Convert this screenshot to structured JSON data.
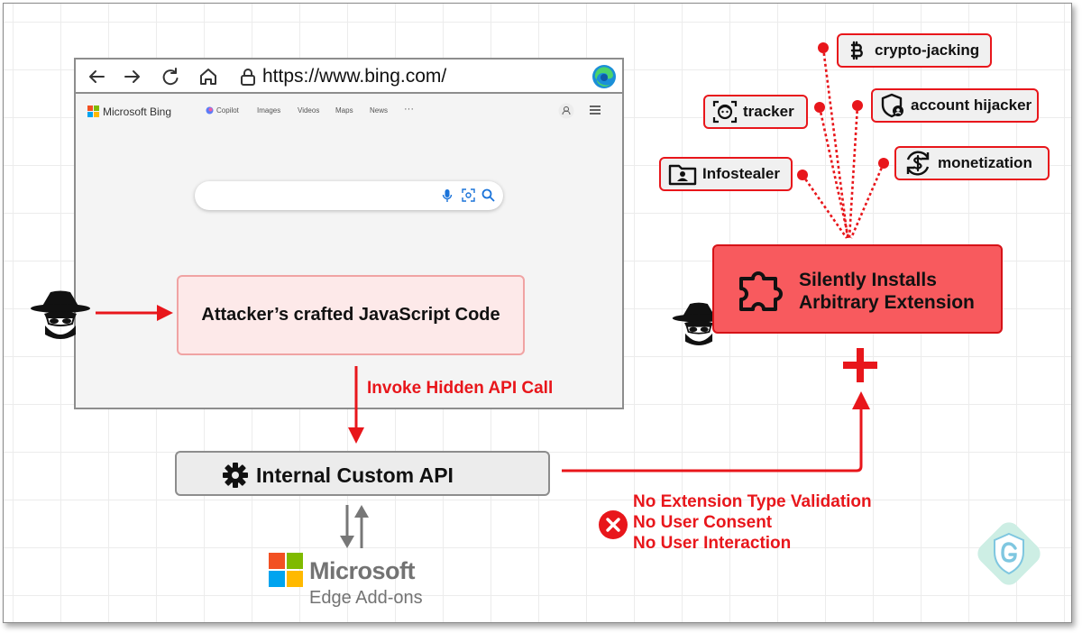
{
  "browser": {
    "url": "https://www.bing.com/",
    "brand": "Microsoft Bing",
    "nav_links": [
      "Copilot",
      "Images",
      "Videos",
      "Maps",
      "News",
      "···"
    ]
  },
  "attacker_code": "Attacker’s crafted JavaScript Code",
  "invoke_label": "Invoke Hidden API Call",
  "api_label": "Internal Custom API",
  "microsoft": {
    "word": "Microsoft",
    "sub": "Edge Add-ons"
  },
  "notes": [
    "No Extension Type Validation",
    "No User Consent",
    "No User Interaction"
  ],
  "extension": {
    "line1": "Silently Installs",
    "line2": "Arbitrary Extension"
  },
  "tags": {
    "crypto": "crypto-jacking",
    "tracker": "tracker",
    "hijacker": "account hijacker",
    "infostealer": "Infostealer",
    "monetization": "monetization"
  },
  "colors": {
    "accent_red": "#e8161b",
    "extension_fill": "#f85a5e",
    "code_fill": "#fde9e9",
    "api_fill": "#ececec"
  },
  "icons": [
    "back-arrow-icon",
    "forward-arrow-icon",
    "reload-icon",
    "home-icon",
    "lock-icon",
    "edge-logo-icon",
    "hacker-icon",
    "gear-icon",
    "puzzle-icon",
    "plus-icon",
    "x-circle-icon",
    "bitcoin-icon",
    "face-scan-icon",
    "shield-user-icon",
    "user-folder-icon",
    "dollar-sync-icon",
    "watermark-shield-icon"
  ]
}
